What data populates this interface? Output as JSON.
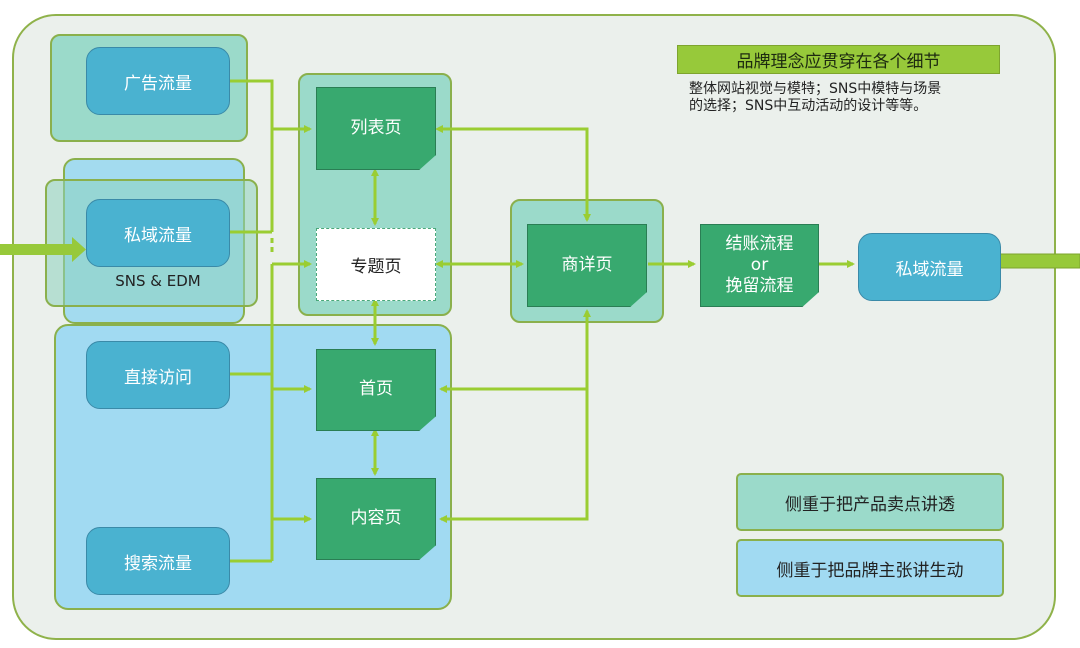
{
  "banner": {
    "title": "品牌理念应贯穿在各个细节",
    "note_line1": "整体网站视觉与模特；SNS中模特与场景",
    "note_line2": "的选择；SNS中互动活动的设计等等。"
  },
  "sources": {
    "ads": "广告流量",
    "private": "私域流量",
    "private_caption": "SNS & EDM",
    "direct": "直接访问",
    "search": "搜索流量"
  },
  "pages": {
    "list": "列表页",
    "topic": "专题页",
    "home": "首页",
    "content": "内容页",
    "detail": "商详页",
    "checkout_line1": "结账流程",
    "checkout_line2": "or",
    "checkout_line3": "挽留流程"
  },
  "outputs": {
    "private": "私域流量"
  },
  "legend": {
    "teal": "侧重于把产品卖点讲透",
    "blue": "侧重于把品牌主张讲生动"
  },
  "colors": {
    "connector": "#9acd32",
    "teal_group": "#9bdaca",
    "blue_group": "#a1daf2",
    "source_node": "#4ab2d0",
    "page_node": "#38a96f",
    "banner": "#97c93a"
  }
}
